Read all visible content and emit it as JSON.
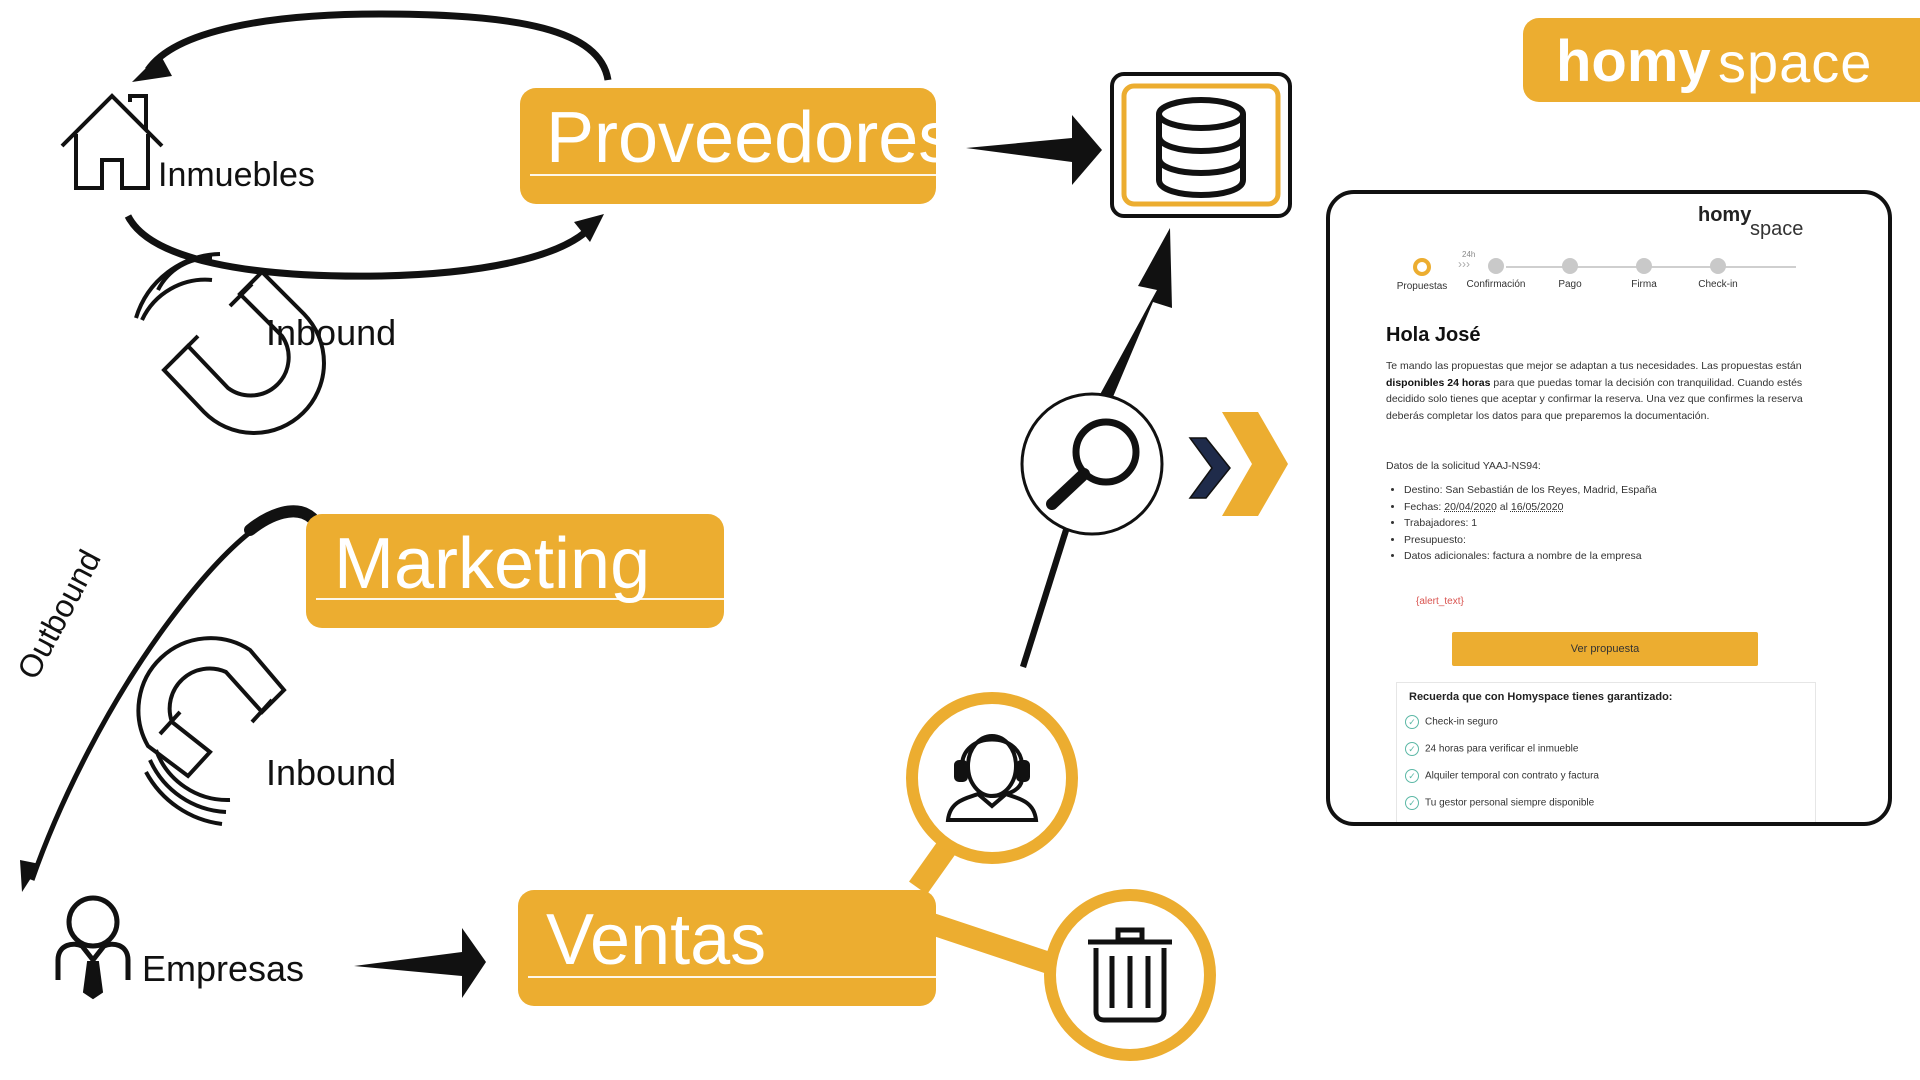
{
  "logo": {
    "homy": "homy",
    "space": "space"
  },
  "labels": {
    "inmuebles": "Inmuebles",
    "inbound_top": "Inbound",
    "inbound_bottom": "Inbound",
    "outbound": "Outbound",
    "empresas": "Empresas"
  },
  "boxes": {
    "proveedores": "Proveedores",
    "marketing": "Marketing",
    "ventas": "Ventas"
  },
  "colors": {
    "accent": "#ECAD30",
    "ink": "#111111",
    "navy": "#1F2B4A"
  },
  "icons": [
    "house-icon",
    "magnet-icon",
    "database-icon",
    "search-icon",
    "chevron-right-icon",
    "headset-agent-icon",
    "trash-icon",
    "businessman-icon"
  ],
  "email": {
    "logo_homy": "homy",
    "logo_space": "space",
    "steps": [
      "Propuestas",
      "Confirmación",
      "Pago",
      "Firma",
      "Check-in"
    ],
    "step_tag": "24h",
    "greeting": "Hola José",
    "intro_1": "Te mando las propuestas que mejor se adaptan a tus necesidades. Las propuestas están",
    "intro_bold": "disponibles 24 horas",
    "intro_2": " para que puedas tomar la decisión con tranquilidad. Cuando estés decidido solo tienes que aceptar y confirmar la reserva. Una vez que confirmes la reserva deberás completar los datos para que preparemos la documentación.",
    "request": "Datos de la solicitud YAAJ-NS94:",
    "destino": "Destino: San Sebastián de los Reyes, Madrid, España",
    "fechas_label": "Fechas: ",
    "fecha_inicio": "20/04/2020",
    "fechas_al": " al ",
    "fecha_fin": "16/05/2020",
    "trabajadores": "Trabajadores: 1",
    "presupuesto": "Presupuesto:",
    "adicionales": "Datos adicionales: factura a nombre de la empresa",
    "alert": "{alert_text}",
    "button": "Ver propuesta",
    "guarantee_title": "Recuerda que con Homyspace tienes garantizado:",
    "guarantees": [
      "Check-in seguro",
      "24 horas para verificar el inmueble",
      "Alquiler temporal con contrato y factura",
      "Tu gestor personal siempre disponible"
    ]
  }
}
